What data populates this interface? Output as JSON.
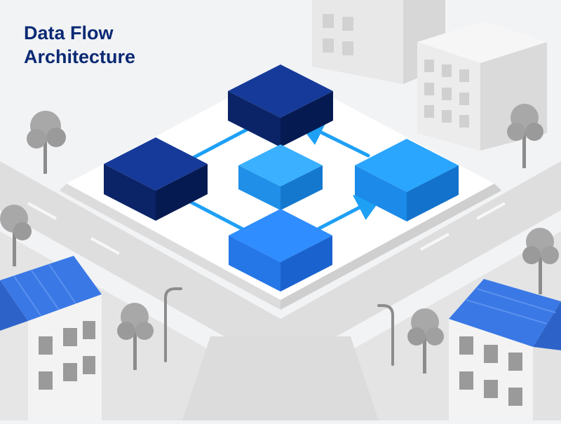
{
  "title": {
    "line1": "Data Flow",
    "line2": "Architecture"
  },
  "colors": {
    "background": "#f2f3f5",
    "title": "#0b2a74",
    "block_dark": "#0f2a80",
    "block_light": "#1e90f0",
    "block_medium": "#2b7ff0",
    "connector": "#1ea0f5",
    "roof": "#3a78e6",
    "road": "#d8d8d8",
    "tree": "#8c8c8c"
  },
  "diagram": {
    "nodes": [
      {
        "id": "top",
        "shade": "dark"
      },
      {
        "id": "left",
        "shade": "dark"
      },
      {
        "id": "center",
        "shade": "light"
      },
      {
        "id": "right",
        "shade": "light"
      },
      {
        "id": "bottom",
        "shade": "medium"
      }
    ],
    "edges": [
      {
        "from": "left",
        "to": "top",
        "arrow": false
      },
      {
        "from": "right",
        "to": "top",
        "arrow": true
      },
      {
        "from": "left",
        "to": "bottom",
        "arrow": false
      },
      {
        "from": "bottom",
        "to": "right",
        "arrow": true
      }
    ]
  },
  "scene": {
    "icons": [
      "building-icon",
      "tree-icon",
      "street-lamp-icon",
      "house-icon",
      "crosswalk-icon"
    ]
  }
}
